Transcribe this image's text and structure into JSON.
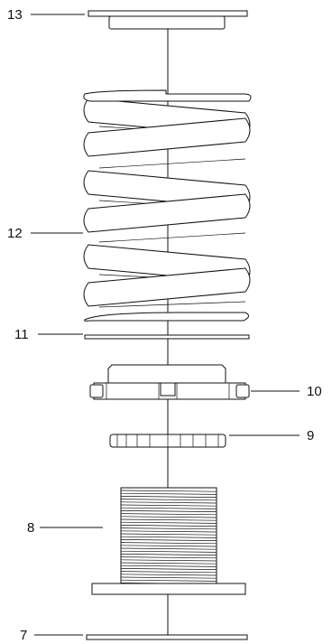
{
  "diagram": {
    "parts": [
      {
        "id": "13",
        "label": "13"
      },
      {
        "id": "12",
        "label": "12"
      },
      {
        "id": "11",
        "label": "11"
      },
      {
        "id": "10",
        "label": "10"
      },
      {
        "id": "9",
        "label": "9"
      },
      {
        "id": "8",
        "label": "8"
      },
      {
        "id": "7",
        "label": "7"
      }
    ],
    "colors": {
      "stroke": "#111111",
      "background": "#ffffff"
    }
  }
}
